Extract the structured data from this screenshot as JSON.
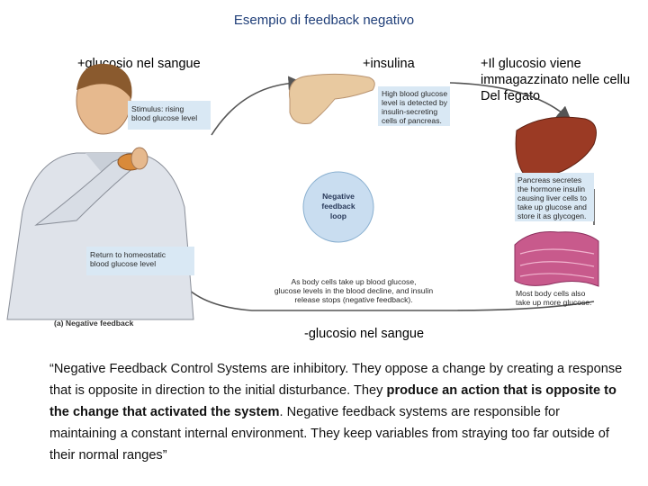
{
  "title": "Esempio di feedback negativo",
  "labels": {
    "glucose_up": "+glucosio nel sangue",
    "insulin": "+insulina",
    "stored_line1": "+Il glucosio viene",
    "stored_line2": "immagazzinato nelle cellu",
    "stored_line3": "Del fegato",
    "glucose_down": "-glucosio nel sangue"
  },
  "figure": {
    "stimulus_line1": "Stimulus: rising",
    "stimulus_line2": "blood glucose level",
    "pancreas_line1": "High blood glucose",
    "pancreas_line2": "level is detected by",
    "pancreas_line3": "insulin-secreting",
    "pancreas_line4": "cells of pancreas.",
    "loop_line1": "Negative",
    "loop_line2": "feedback",
    "loop_line3": "loop",
    "liver_line1": "Pancreas secretes",
    "liver_line2": "the hormone insulin",
    "liver_line3": "causing liver cells to",
    "liver_line4": "take up glucose and",
    "liver_line5": "store it as glycogen.",
    "body_line1": "Most body cells also",
    "body_line2": "take up more glucose.",
    "bottom_line1": "As body cells take up blood glucose,",
    "bottom_line2": "glucose levels in the blood decline, and insulin",
    "bottom_line3": "release stops (negative feedback).",
    "return_line1": "Return to homeostatic",
    "return_line2": "blood glucose level",
    "caption": "(a) Negative feedback"
  },
  "quote": {
    "part1": "“Negative Feedback Control Systems are inhibitory. They oppose a change by creating a response that is opposite in direction to the initial disturbance. They ",
    "bold1": "produce an action that is opposite to the change that activated the system",
    "part2": ". Negative feedback systems are responsible for maintaining a constant internal environment. They keep variables from straying too far outside of their normal ranges”"
  },
  "colors": {
    "title": "#1f3e78",
    "box_fill": "#d9e8f4",
    "loop_fill": "#c9ddf0",
    "arrow": "#555555",
    "liver": "#9b3a24",
    "pancreas": "#e8c9a0",
    "tissue": "#c85a8c"
  }
}
